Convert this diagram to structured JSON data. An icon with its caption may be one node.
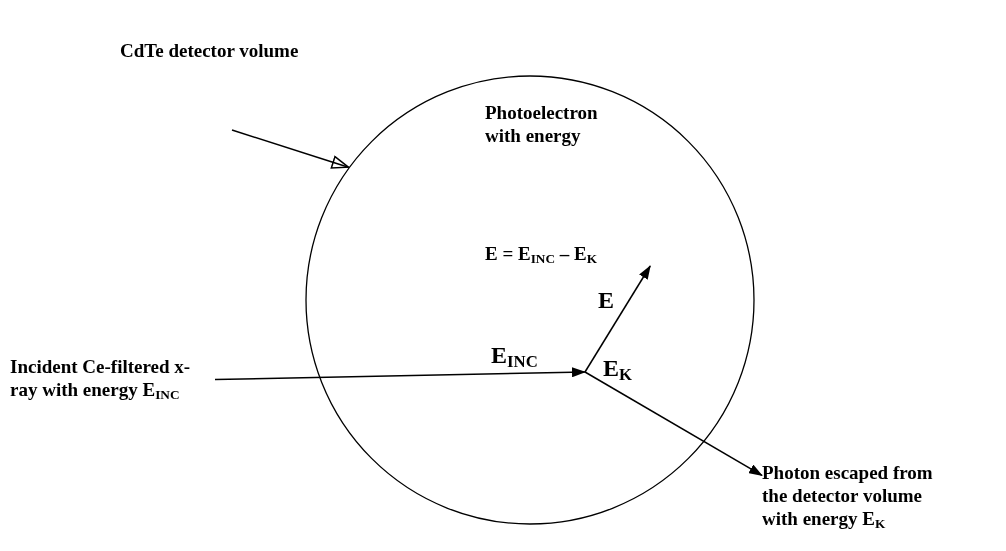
{
  "diagram": {
    "nodes": [
      {
        "text": [
          "CdTe detector volume"
        ]
      },
      {
        "text": [],
        "shape": "circle"
      },
      {
        "text": [
          "Photoelectron with energy",
          "E = E$_{INC}$ – E$_{K}$"
        ],
        "in": 1
      },
      {
        "text": [
          "Incident Ce-filtered x-ray with energy E$_{INC}$"
        ]
      },
      {
        "text": [
          "Photon escaped from the detector volume with energy E$_{K}$"
        ]
      }
    ],
    "edges": [
      {
        "from": null,
        "to": 1,
        "arrow": "to"
      },
      {
        "from": 3,
        "to": null,
        "arrow": "to",
        "label": "E$_{INC}$"
      },
      {
        "from": null,
        "to": 2,
        "arrow": "to",
        "label": "E"
      },
      {
        "from": null,
        "to": 4,
        "arrow": "to",
        "label": "E$_{K}$"
      }
    ]
  }
}
